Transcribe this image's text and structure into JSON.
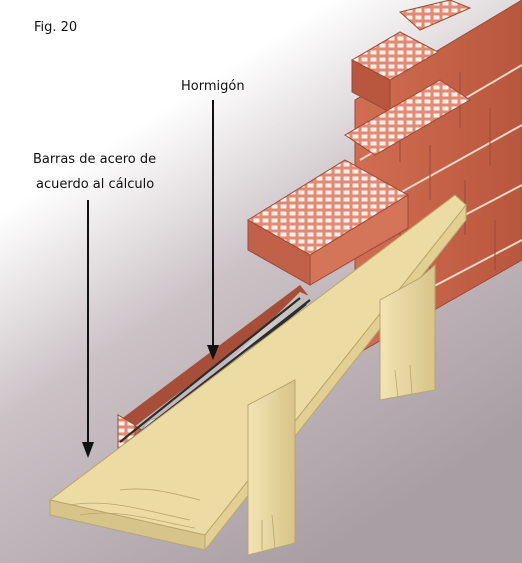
{
  "figure": {
    "label": "Fig. 20"
  },
  "labels": {
    "concrete": "Hormigón",
    "rebar_line1": "Barras de acero de",
    "rebar_line2": "acuerdo al cálculo"
  },
  "colors": {
    "background": "#a99ea4",
    "wall_gradient": "#ffffff",
    "brick": "#c8654a",
    "brick_dark": "#9c4a34",
    "brick_light": "#e4917a",
    "mortar": "#d9cdbf",
    "concrete": "#c9c4c3",
    "wood": "#ecdba2",
    "wood_dark": "#c9b77a",
    "steel": "#2c2c2c",
    "text": "#111111"
  }
}
